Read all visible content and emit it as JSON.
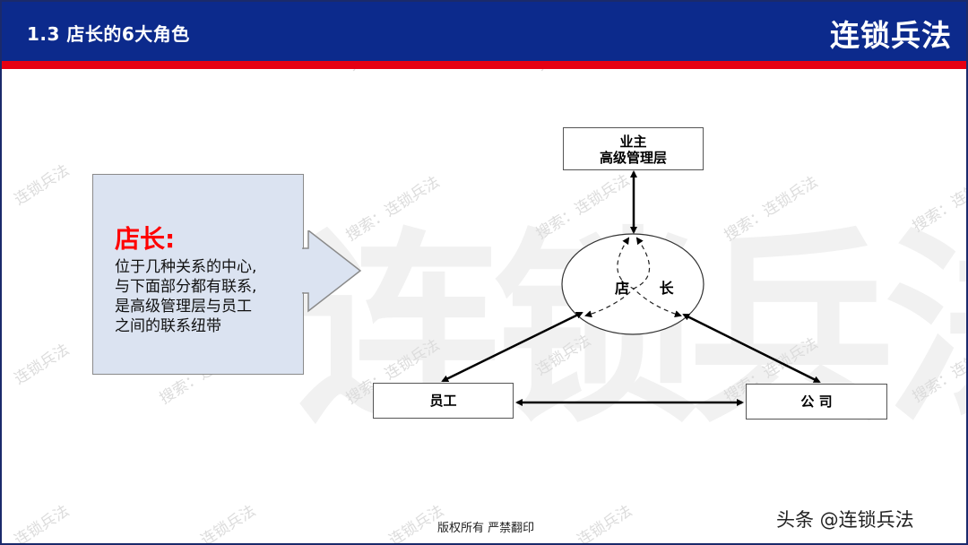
{
  "header": {
    "section_title": "1.3  店长的6大角色",
    "brand": "连锁兵法",
    "colors": {
      "header_bg": "#0c2a8c",
      "stripe": "#e60012"
    }
  },
  "watermark": {
    "large_text": "连锁兵法",
    "tiles": [
      "连锁兵法",
      "搜索：连锁兵法"
    ]
  },
  "callout": {
    "title": "店长:",
    "lines": [
      "位于几种关系的中心,",
      "与下面部分都有联系,",
      "是高级管理层与员工",
      "之间的联系纽带"
    ]
  },
  "diagram": {
    "top_box": {
      "line1": "业主",
      "line2": "高级管理层"
    },
    "center": "店 长",
    "left_box": "员工",
    "right_box": "公 司"
  },
  "footer": {
    "copyright": "版权所有  严禁翻印",
    "credit": "头条 @连锁兵法"
  }
}
